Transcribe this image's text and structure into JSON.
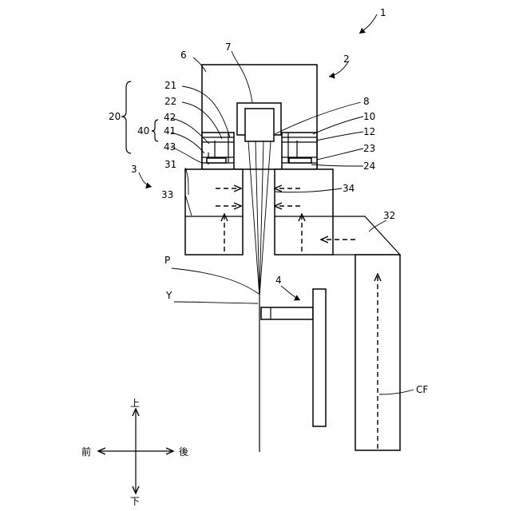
{
  "diagram": {
    "labels": {
      "device": "1",
      "upper_unit": "2",
      "lower_unit": "3",
      "part4": "4",
      "part6": "6",
      "part7": "7",
      "part8": "8",
      "part10": "10",
      "part12": "12",
      "group20": "20",
      "part21": "21",
      "part22": "22",
      "part23": "23",
      "part24": "24",
      "part31": "31",
      "part32": "32",
      "part33": "33",
      "part34": "34",
      "group40": "40",
      "part41": "41",
      "part42": "42",
      "part43": "43",
      "label_p": "P",
      "label_y": "Y",
      "label_cf": "CF"
    },
    "directions": {
      "up": "上",
      "down": "下",
      "front": "前",
      "back": "後"
    }
  }
}
